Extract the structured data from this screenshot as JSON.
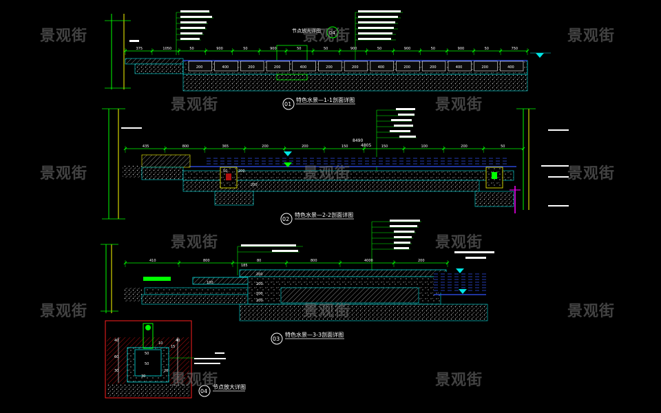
{
  "watermark": "景观街",
  "colors": {
    "background": "#000000",
    "green": "#00ff00",
    "white": "#ffffff",
    "cyan": "#00e5e5",
    "yellow": "#ffff00",
    "magenta": "#ff00ff",
    "red": "#ff2020",
    "blue": "#3355ff",
    "grey": "#9a9a9a"
  },
  "section1": {
    "title": "特色水景—1-1剖面详图",
    "number": "01",
    "callout_label": "节点放大详图",
    "callout_number": "04",
    "dims": [
      "375",
      "1050",
      "50",
      "900",
      "50",
      "900",
      "50",
      "50",
      "900",
      "50",
      "900",
      "50",
      "900",
      "50",
      "750"
    ],
    "block_labels": [
      "200",
      "400",
      "200",
      "200",
      "400",
      "200",
      "200",
      "400",
      "200",
      "200",
      "400",
      "200",
      "400"
    ]
  },
  "section2": {
    "title": "特色水景—2-2剖面详图",
    "number": "02",
    "overall_dim": "8490",
    "sub_dim": "4805",
    "dims": [
      "435",
      "800",
      "365",
      "200",
      "200",
      "150",
      "150",
      "100",
      "200",
      "50"
    ],
    "block_labels": [
      "50",
      "200",
      "200"
    ]
  },
  "section3": {
    "title": "特色水景—3-3剖面详图",
    "number": "03",
    "dims": [
      "410",
      "800",
      "80",
      "800",
      "4000",
      "200"
    ],
    "block_labels": [
      "185",
      "200",
      "100",
      "200",
      "200",
      "200"
    ]
  },
  "detail4": {
    "title": "节点放大详图",
    "number": "04",
    "labels": [
      "40",
      "40",
      "50",
      "50",
      "60",
      "20",
      "30",
      "30",
      "15",
      "10"
    ]
  }
}
